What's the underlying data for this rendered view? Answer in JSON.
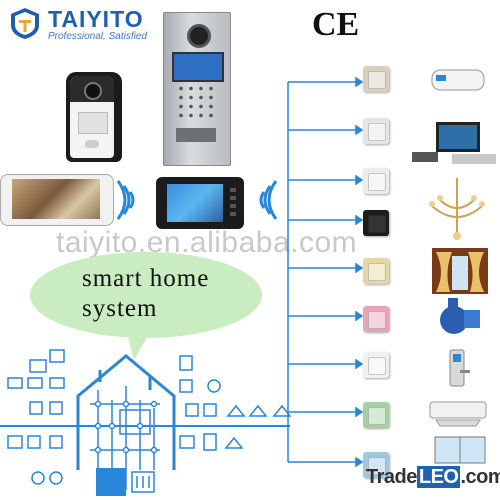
{
  "brand": {
    "name": "TAIYITO",
    "tagline": "Professional, Satisfied"
  },
  "certification": "CE",
  "watermark": "taiyito.en.alibaba.com",
  "bubble": {
    "line1": "smart home",
    "line2": "system"
  },
  "footer": {
    "site_prefix": "Trade",
    "site_highlight": "LEO",
    "site_suffix": ".com"
  },
  "colors": {
    "brand_blue": "#1f5fae",
    "bubble_green": "#c9edc0",
    "network_blue": "#2a86d6"
  },
  "switch_panels": [
    {
      "name": "beige-socket",
      "color": "#d8cfbf"
    },
    {
      "name": "crystal-touch",
      "color": "#e6e6ea"
    },
    {
      "name": "white-panel",
      "color": "#ececec"
    },
    {
      "name": "black-touch",
      "color": "#1c1c1c"
    },
    {
      "name": "gold-touch",
      "color": "#e7d6a3"
    },
    {
      "name": "pink-touch",
      "color": "#e8a3b4"
    },
    {
      "name": "white-triple",
      "color": "#f0f0f0"
    },
    {
      "name": "green-touch",
      "color": "#a6d0a3"
    },
    {
      "name": "blue-touch",
      "color": "#9ec7e0"
    }
  ],
  "appliances": [
    "water-heater",
    "tv-set",
    "chandelier",
    "curtain",
    "pump",
    "door-lock",
    "air-conditioner",
    "window"
  ]
}
